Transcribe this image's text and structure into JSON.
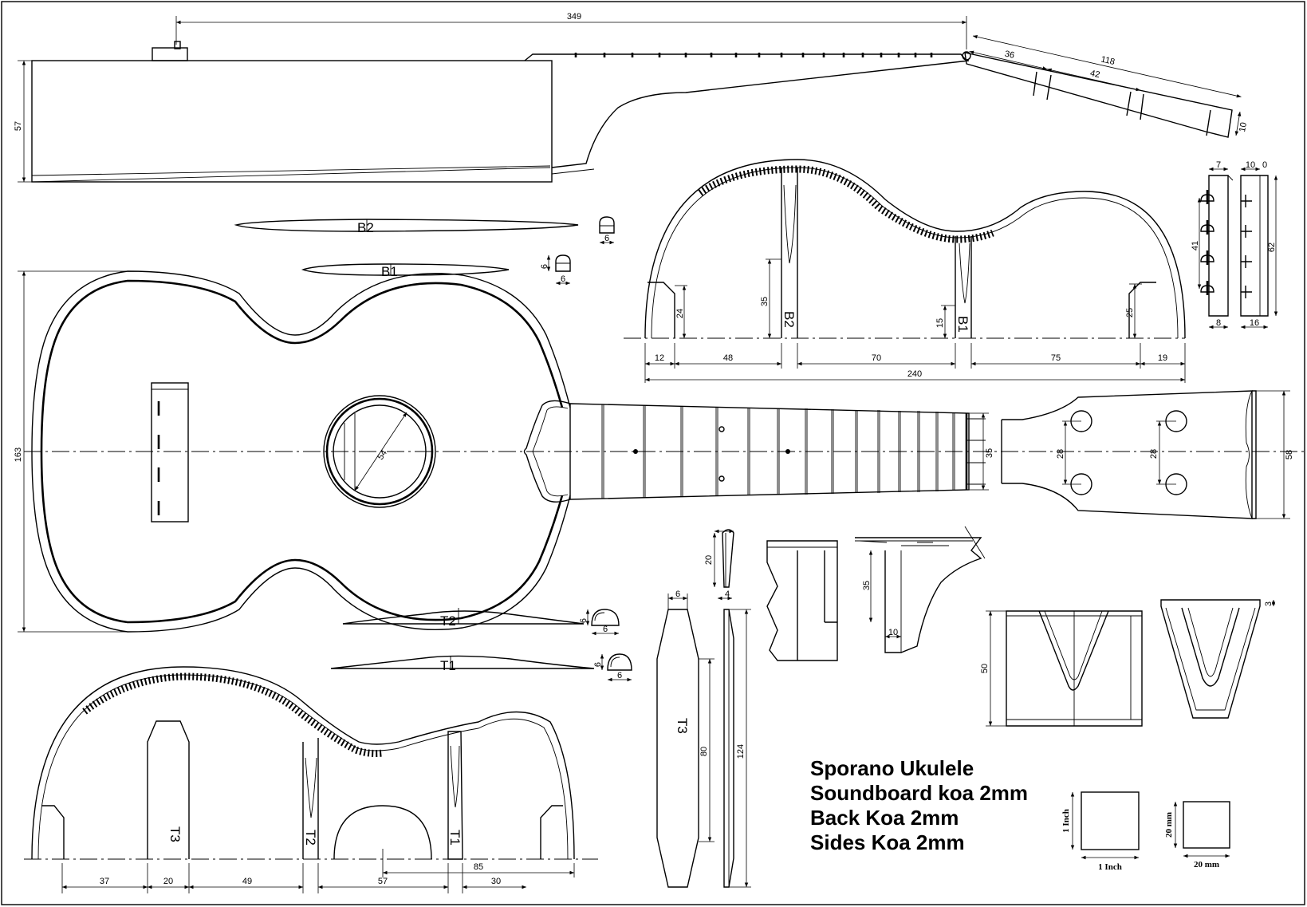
{
  "title_block": {
    "line1": "Sporano Ukulele",
    "line2": "Soundboard koa 2mm",
    "line3": "Back Koa 2mm",
    "line4": "Sides Koa 2mm"
  },
  "scale": {
    "inch_h": "1 Inch",
    "inch_v": "1 Inch",
    "mm_h": "20 mm",
    "mm_v": "20 mm"
  },
  "brace_labels": {
    "b1": "B1",
    "b2": "B2",
    "t1": "T1",
    "t2": "T2",
    "t3": "T3"
  },
  "dimensions": {
    "neck_len": "349",
    "neck_h": "57",
    "head_len": "118",
    "head_a": "36",
    "head_b": "42",
    "head_t": "10",
    "brace_w": "6",
    "brace_h": "6",
    "body_h": "163",
    "sound_hole": "54",
    "back_24": "24",
    "back_35": "35",
    "back_15": "15",
    "back_25": "25",
    "back_12": "12",
    "back_48": "48",
    "back_70": "70",
    "back_75": "75",
    "back_19": "19",
    "back_240": "240",
    "nut_7": "7",
    "nut_10": "10",
    "nut_0": "0",
    "nut_41": "41",
    "nut_62": "62",
    "nut_8": "8",
    "nut_16": "16",
    "fb_35": "35",
    "hs_28a": "28",
    "hs_28b": "28",
    "hs_58": "58",
    "t3_6": "6",
    "t3_80": "80",
    "t3_124": "124",
    "t3_4": "4",
    "t3_20": "20",
    "kerf_35": "35",
    "kerf_10": "10",
    "heel_50": "50",
    "heel_3": "3",
    "top_37": "37",
    "top_20": "20",
    "top_49": "49",
    "top_57": "57",
    "top_85": "85",
    "top_30": "30"
  }
}
